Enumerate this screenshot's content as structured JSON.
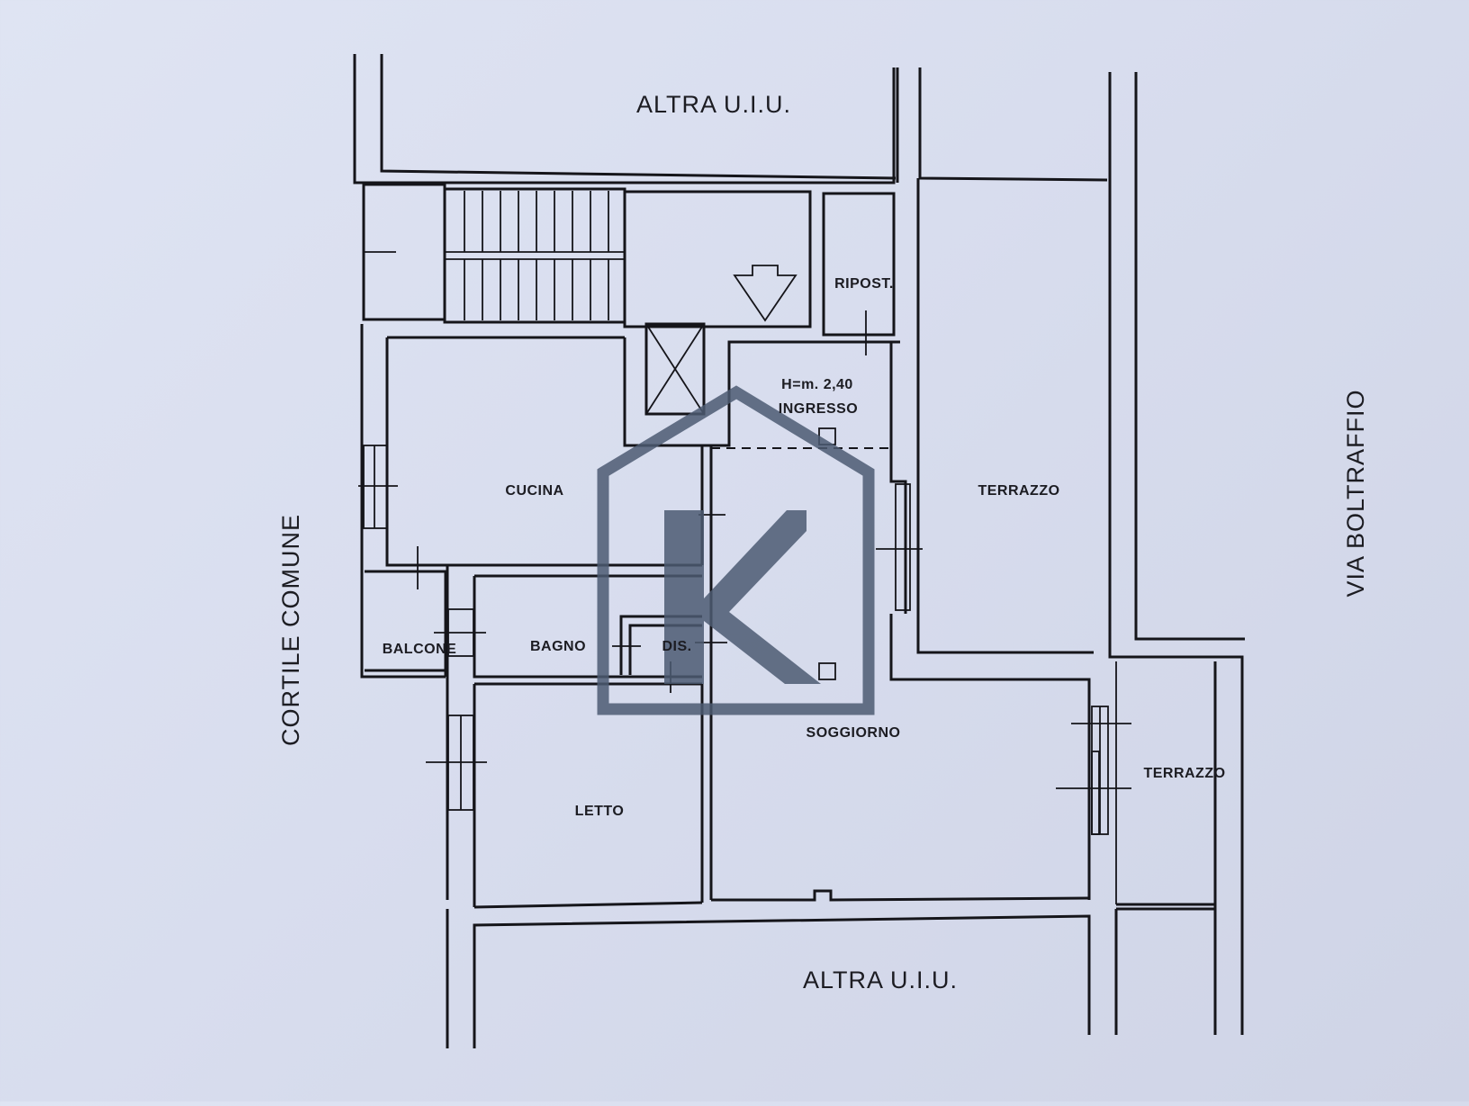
{
  "plan": {
    "labels": {
      "top_unit": "ALTRA U.I.U.",
      "bottom_unit": "ALTRA U.I.U.",
      "courtyard": "CORTILE COMUNE",
      "street": "VIA BOLTRAFFIO"
    },
    "rooms": {
      "storage": "RIPOST.",
      "height_note": "H=m. 2,40",
      "entrance": "INGRESSO",
      "kitchen": "CUCINA",
      "terrace_main": "TERRAZZO",
      "balcony": "BALCONE",
      "bathroom": "BAGNO",
      "hallway": "DIS.",
      "living_room": "SOGGIORNO",
      "terrace_side": "TERRAZZO",
      "bedroom": "LETTO"
    }
  },
  "logo": {
    "letter": "K",
    "color": "#4c5a72"
  },
  "colors": {
    "paper": "#dbe0f1",
    "ink": "#15151a"
  }
}
